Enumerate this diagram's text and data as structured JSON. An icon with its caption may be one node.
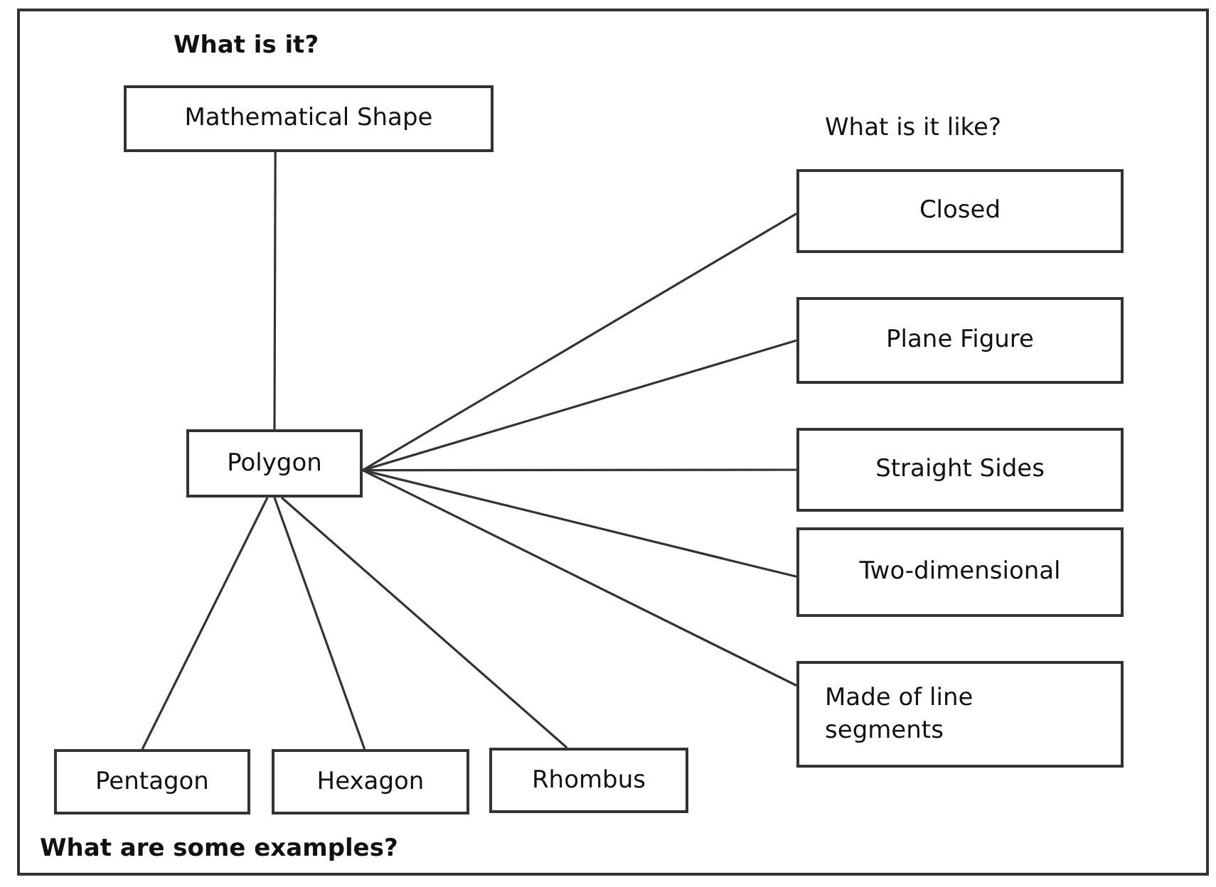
{
  "diagram": {
    "nodes": [
      {
        "text": [
          "Mathematical Shape"
        ]
      },
      {
        "text": [
          "Polygon"
        ]
      },
      {
        "text": [
          "Closed"
        ]
      },
      {
        "text": [
          "Plane Figure"
        ]
      },
      {
        "text": [
          "Straight Sides"
        ]
      },
      {
        "text": [
          "Two-dimensional"
        ]
      },
      {
        "text": [
          "Made of line segments"
        ]
      },
      {
        "text": [
          "Pentagon"
        ]
      },
      {
        "text": [
          "Hexagon"
        ]
      },
      {
        "text": [
          "Rhombus"
        ]
      }
    ],
    "edges": [
      {
        "from": 0,
        "to": 1,
        "arrow": "none"
      },
      {
        "from": 1,
        "to": 2,
        "arrow": "none"
      },
      {
        "from": 1,
        "to": 3,
        "arrow": "none"
      },
      {
        "from": 1,
        "to": 4,
        "arrow": "none"
      },
      {
        "from": 1,
        "to": 5,
        "arrow": "none"
      },
      {
        "from": 1,
        "to": 6,
        "arrow": "none"
      },
      {
        "from": 1,
        "to": 7,
        "arrow": "none"
      },
      {
        "from": 1,
        "to": 8,
        "arrow": "none"
      },
      {
        "from": 1,
        "to": 9,
        "arrow": "none"
      }
    ],
    "labels": [
      "What is it?",
      "What is it like?",
      "What are some examples?"
    ]
  }
}
